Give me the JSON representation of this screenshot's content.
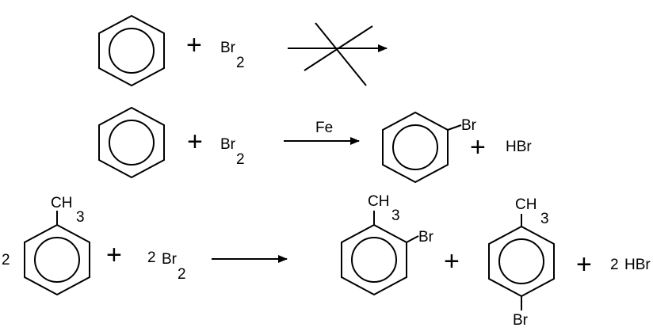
{
  "reaction1": {
    "plus": "+",
    "reagent": "Br",
    "reagent_sub": "2"
  },
  "reaction2": {
    "plus": "+",
    "reagent": "Br",
    "reagent_sub": "2",
    "catalyst": "Fe",
    "product_substituent": "Br",
    "plus2": "+",
    "byproduct": "HBr"
  },
  "reaction3": {
    "coefficient_reactant": "2",
    "reactant_group": "CH",
    "reactant_group_sub": "3",
    "plus": "+",
    "reagent_coefficient": "2",
    "reagent": "Br",
    "reagent_sub": "2",
    "ortho_group": "CH",
    "ortho_group_sub": "3",
    "ortho_substituent": "Br",
    "plus2": "+",
    "para_group": "CH",
    "para_group_sub": "3",
    "para_substituent": "Br",
    "plus3": "+",
    "byproduct_coefficient": "2",
    "byproduct": "HBr"
  }
}
